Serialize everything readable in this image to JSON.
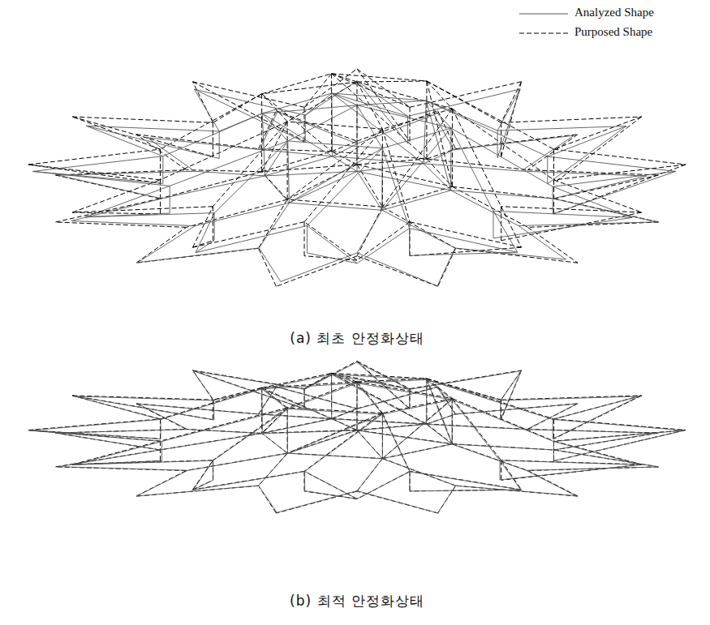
{
  "diagram": {
    "labels": [
      "(a) 최초 안정화상태",
      "(b) 최적 안정화상태"
    ],
    "legend": [
      {
        "text": "Analyzed Shape"
      },
      {
        "text": "Purposed Shape"
      }
    ]
  }
}
